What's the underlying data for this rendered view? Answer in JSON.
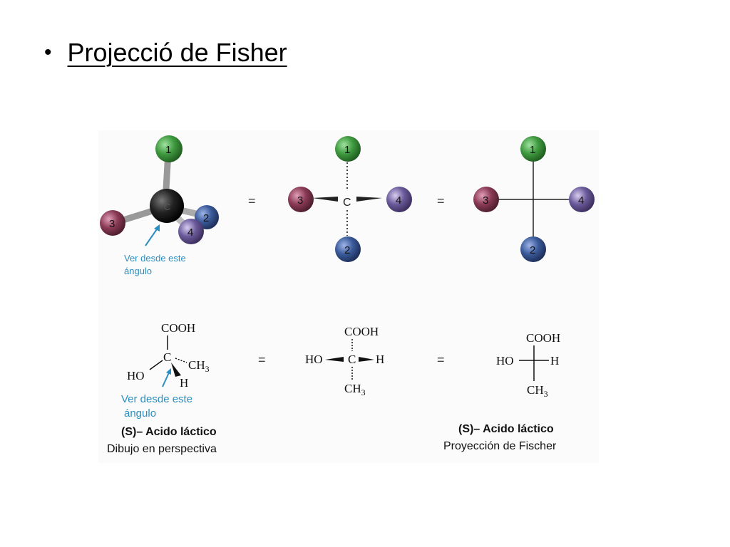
{
  "slide": {
    "bullet": "•",
    "title": "Projecció de Fisher"
  },
  "figure": {
    "atom_labels": {
      "one": "1",
      "two": "2",
      "three": "3",
      "four": "4"
    },
    "center_atom": "C",
    "equals": "=",
    "view_hint_line1": "Ver desde este",
    "view_hint_line2": "ángulo",
    "lactic": {
      "cooh": "COOH",
      "carbon": "C",
      "ch3": "CH",
      "ch3_sub": "3",
      "ho": "HO",
      "h": "H",
      "name": "(S)– Acido láctico",
      "caption_left": "Dibujo en perspectiva",
      "caption_right": "Proyección de Fischer"
    }
  },
  "colors": {
    "green_atom": "#3f9a3f",
    "blue_atom": "#3a5a9a",
    "maroon_atom": "#8a3a55",
    "purple_atom": "#6a5a9a",
    "hint_blue": "#2a8fc0"
  }
}
